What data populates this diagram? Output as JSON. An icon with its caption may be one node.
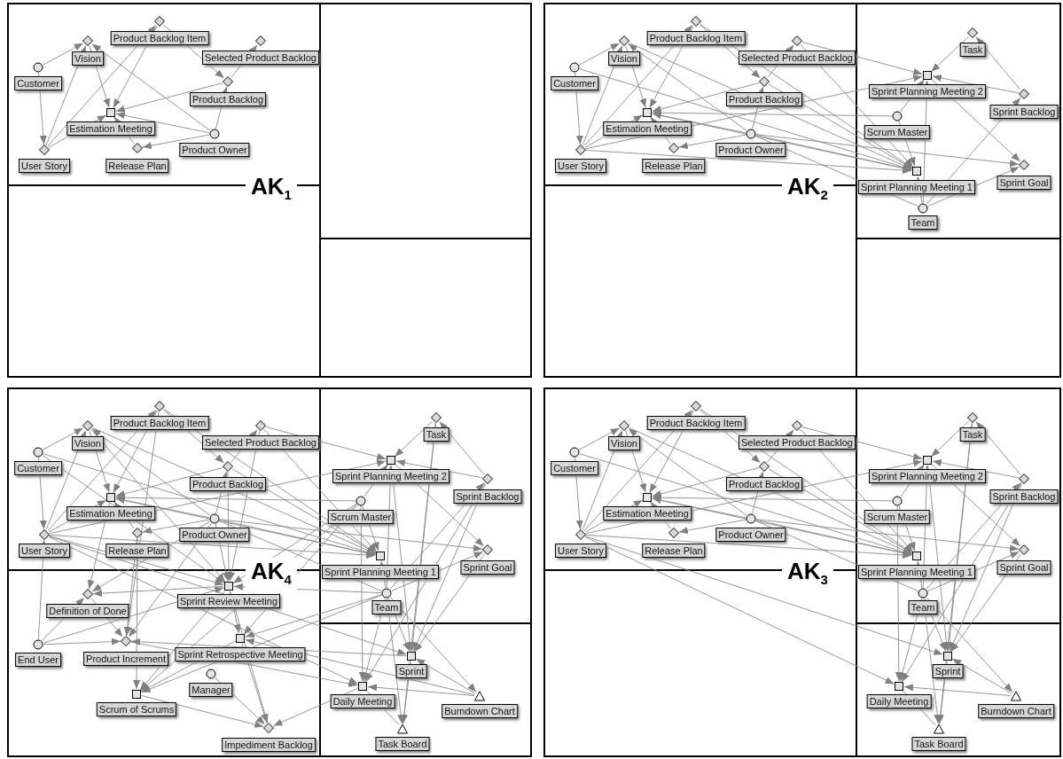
{
  "diagram": {
    "nodes": [
      {
        "text": [
          "AK$_{1}$"
        ]
      },
      {
        "text": [],
        "shape": "diamond",
        "beside": [
          "Product Backlog Item"
        ],
        "in": 0
      },
      {
        "text": [],
        "shape": "diamond",
        "beside": [
          "Vision"
        ],
        "in": 0
      },
      {
        "text": [],
        "shape": "diamond",
        "beside": [
          "Selected Product Backlog"
        ],
        "in": 0
      },
      {
        "text": [],
        "shape": "circle",
        "beside": [
          "Customer"
        ],
        "in": 0
      },
      {
        "text": [],
        "shape": "diamond",
        "beside": [
          "Product Backlog"
        ],
        "in": 0
      },
      {
        "text": [],
        "shape": "box",
        "beside": [
          "Estimation Meeting"
        ],
        "in": 0
      },
      {
        "text": [],
        "shape": "circle",
        "beside": [
          "Product Owner"
        ],
        "in": 0
      },
      {
        "text": [],
        "shape": "diamond",
        "beside": [
          "User Story"
        ],
        "in": 0
      },
      {
        "text": [],
        "shape": "diamond",
        "beside": [
          "Release Plan"
        ],
        "in": 0
      },
      {
        "text": [
          "AK$_{2}$"
        ]
      },
      {
        "text": [],
        "shape": "diamond",
        "beside": [
          "Product Backlog Item"
        ],
        "in": 10
      },
      {
        "text": [],
        "shape": "diamond",
        "beside": [
          "Vision"
        ],
        "in": 10
      },
      {
        "text": [],
        "shape": "diamond",
        "beside": [
          "Selected Product Backlog"
        ],
        "in": 10
      },
      {
        "text": [],
        "shape": "circle",
        "beside": [
          "Customer"
        ],
        "in": 10
      },
      {
        "text": [],
        "shape": "diamond",
        "beside": [
          "Product Backlog"
        ],
        "in": 10
      },
      {
        "text": [],
        "shape": "box",
        "beside": [
          "Estimation Meeting"
        ],
        "in": 10
      },
      {
        "text": [],
        "shape": "circle",
        "beside": [
          "Product Owner"
        ],
        "in": 10
      },
      {
        "text": [],
        "shape": "diamond",
        "beside": [
          "User Story"
        ],
        "in": 10
      },
      {
        "text": [],
        "shape": "diamond",
        "beside": [
          "Release Plan"
        ],
        "in": 10
      },
      {
        "text": [],
        "shape": "box",
        "beside": [
          "Sprint Planning Meeting 2"
        ],
        "in": 10
      },
      {
        "text": [],
        "shape": "diamond",
        "beside": [
          "Task"
        ],
        "in": 10
      },
      {
        "text": [],
        "shape": "diamond",
        "beside": [
          "Sprint Backlog"
        ],
        "in": 10
      },
      {
        "text": [],
        "shape": "circle",
        "beside": [
          "Scrum Master"
        ],
        "in": 10
      },
      {
        "text": [],
        "shape": "box",
        "beside": [
          "Sprint Planning Meeting 1"
        ],
        "in": 10
      },
      {
        "text": [],
        "shape": "diamond",
        "beside": [
          "Sprint Goal"
        ],
        "in": 10
      },
      {
        "text": [],
        "shape": "circle",
        "beside": [
          "Team"
        ],
        "in": 10
      },
      {
        "text": [
          "AK$_{4}$"
        ]
      },
      {
        "text": [],
        "shape": "diamond",
        "beside": [
          "Product Backlog Item"
        ],
        "in": 27
      },
      {
        "text": [],
        "shape": "diamond",
        "beside": [
          "Vision"
        ],
        "in": 27
      },
      {
        "text": [],
        "shape": "diamond",
        "beside": [
          "Selected Product Backlog"
        ],
        "in": 27
      },
      {
        "text": [],
        "shape": "circle",
        "beside": [
          "Customer"
        ],
        "in": 27
      },
      {
        "text": [],
        "shape": "diamond",
        "beside": [
          "Product Backlog"
        ],
        "in": 27
      },
      {
        "text": [],
        "shape": "box",
        "beside": [
          "Estimation Meeting"
        ],
        "in": 27
      },
      {
        "text": [],
        "shape": "circle",
        "beside": [
          "Product Owner"
        ],
        "in": 27
      },
      {
        "text": [],
        "shape": "diamond",
        "beside": [
          "User Story"
        ],
        "in": 27
      },
      {
        "text": [],
        "shape": "diamond",
        "beside": [
          "Release Plan"
        ],
        "in": 27
      },
      {
        "text": [],
        "shape": "diamond",
        "beside": [
          "Definition of Done"
        ],
        "in": 27
      },
      {
        "text": [],
        "shape": "box",
        "beside": [
          "Sprint Review Meeting"
        ],
        "in": 27
      },
      {
        "text": [],
        "shape": "circle",
        "beside": [
          "End User"
        ],
        "in": 27
      },
      {
        "text": [],
        "shape": "diamond",
        "beside": [
          "Product Increment"
        ],
        "in": 27
      },
      {
        "text": [],
        "shape": "box",
        "beside": [
          "Sprint Retrospective Meeting"
        ],
        "in": 27
      },
      {
        "text": [],
        "shape": "circle",
        "beside": [
          "Manager"
        ],
        "in": 27
      },
      {
        "text": [],
        "shape": "box",
        "beside": [
          "Scrum of Scrums"
        ],
        "in": 27
      },
      {
        "text": [],
        "shape": "diamond",
        "beside": [
          "Impediment Backlog"
        ],
        "in": 27
      },
      {
        "text": [],
        "shape": "box",
        "beside": [
          "Sprint Planning Meeting 2"
        ],
        "in": 27
      },
      {
        "text": [],
        "shape": "diamond",
        "beside": [
          "Task"
        ],
        "in": 27
      },
      {
        "text": [],
        "shape": "diamond",
        "beside": [
          "Sprint Backlog"
        ],
        "in": 27
      },
      {
        "text": [],
        "shape": "circle",
        "beside": [
          "Scrum Master"
        ],
        "in": 27
      },
      {
        "text": [],
        "shape": "box",
        "beside": [
          "Sprint Planning Meeting 1"
        ],
        "in": 27
      },
      {
        "text": [],
        "shape": "diamond",
        "beside": [
          "Sprint Goal"
        ],
        "in": 27
      },
      {
        "text": [],
        "shape": "circle",
        "beside": [
          "Team"
        ],
        "in": 27
      },
      {
        "text": [],
        "shape": "box",
        "beside": [
          "Sprint"
        ],
        "in": 27
      },
      {
        "text": [],
        "shape": "box",
        "beside": [
          "Daily Meeting"
        ],
        "in": 27
      },
      {
        "text": [],
        "shape": "triangle",
        "beside": [
          "Burndown Chart"
        ],
        "in": 27
      },
      {
        "text": [],
        "shape": "triangle",
        "beside": [
          "Task Board"
        ],
        "in": 27
      },
      {
        "text": [
          "AK$_{3}$"
        ]
      },
      {
        "text": [],
        "shape": "diamond",
        "beside": [
          "Product Backlog Item"
        ],
        "in": 56
      },
      {
        "text": [],
        "shape": "diamond",
        "beside": [
          "Vision"
        ],
        "in": 56
      },
      {
        "text": [],
        "shape": "diamond",
        "beside": [
          "Selected Product Backlog"
        ],
        "in": 56
      },
      {
        "text": [],
        "shape": "circle",
        "beside": [
          "Customer"
        ],
        "in": 56
      },
      {
        "text": [],
        "shape": "diamond",
        "beside": [
          "Product Backlog"
        ],
        "in": 56
      },
      {
        "text": [],
        "shape": "box",
        "beside": [
          "Estimation Meeting"
        ],
        "in": 56
      },
      {
        "text": [],
        "shape": "circle",
        "beside": [
          "Product Owner"
        ],
        "in": 56
      },
      {
        "text": [],
        "shape": "diamond",
        "beside": [
          "User Story"
        ],
        "in": 56
      },
      {
        "text": [],
        "shape": "diamond",
        "beside": [
          "Release Plan"
        ],
        "in": 56
      },
      {
        "text": [],
        "shape": "box",
        "beside": [
          "Sprint Planning Meeting 2"
        ],
        "in": 56
      },
      {
        "text": [],
        "shape": "diamond",
        "beside": [
          "Task"
        ],
        "in": 56
      },
      {
        "text": [],
        "shape": "diamond",
        "beside": [
          "Sprint Backlog"
        ],
        "in": 56
      },
      {
        "text": [],
        "shape": "circle",
        "beside": [
          "Scrum Master"
        ],
        "in": 56
      },
      {
        "text": [],
        "shape": "box",
        "beside": [
          "Sprint Planning Meeting 1"
        ],
        "in": 56
      },
      {
        "text": [],
        "shape": "diamond",
        "beside": [
          "Sprint Goal"
        ],
        "in": 56
      },
      {
        "text": [],
        "shape": "circle",
        "beside": [
          "Team"
        ],
        "in": 56
      },
      {
        "text": [],
        "shape": "box",
        "beside": [
          "Sprint"
        ],
        "in": 56
      },
      {
        "text": [],
        "shape": "box",
        "beside": [
          "Daily Meeting"
        ],
        "in": 56
      },
      {
        "text": [],
        "shape": "triangle",
        "beside": [
          "Burndown Chart"
        ],
        "in": 56
      },
      {
        "text": [],
        "shape": "triangle",
        "beside": [
          "Task Board"
        ],
        "in": 56
      }
    ],
    "edges": [
      {
        "from": 4,
        "to": 2,
        "arrow": "to"
      },
      {
        "from": 4,
        "to": 8,
        "arrow": "to"
      },
      {
        "from": 8,
        "to": 2,
        "arrow": "to"
      },
      {
        "from": 8,
        "to": 1,
        "arrow": "to"
      },
      {
        "from": 8,
        "to": 6,
        "arrow": "to"
      },
      {
        "from": 2,
        "to": 6,
        "arrow": "to"
      },
      {
        "from": 1,
        "to": 6,
        "arrow": "to"
      },
      {
        "from": 1,
        "to": 5,
        "arrow": "to"
      },
      {
        "from": 5,
        "to": 3,
        "arrow": "to"
      },
      {
        "from": 5,
        "to": 6,
        "arrow": "to"
      },
      {
        "from": 7,
        "to": 6,
        "arrow": "to"
      },
      {
        "from": 7,
        "to": 2,
        "arrow": "to"
      },
      {
        "from": 7,
        "to": 5,
        "arrow": "to"
      },
      {
        "from": 7,
        "to": 9,
        "arrow": "to"
      },
      {
        "from": 9,
        "to": 6,
        "arrow": "to"
      },
      {
        "from": 14,
        "to": 12,
        "arrow": "to"
      },
      {
        "from": 14,
        "to": 18,
        "arrow": "to"
      },
      {
        "from": 18,
        "to": 12,
        "arrow": "to"
      },
      {
        "from": 18,
        "to": 11,
        "arrow": "to"
      },
      {
        "from": 18,
        "to": 16,
        "arrow": "to"
      },
      {
        "from": 12,
        "to": 16,
        "arrow": "to"
      },
      {
        "from": 11,
        "to": 16,
        "arrow": "to"
      },
      {
        "from": 11,
        "to": 15,
        "arrow": "to"
      },
      {
        "from": 15,
        "to": 13,
        "arrow": "to"
      },
      {
        "from": 15,
        "to": 16,
        "arrow": "to"
      },
      {
        "from": 17,
        "to": 16,
        "arrow": "to"
      },
      {
        "from": 17,
        "to": 12,
        "arrow": "to"
      },
      {
        "from": 17,
        "to": 15,
        "arrow": "to"
      },
      {
        "from": 17,
        "to": 19,
        "arrow": "to"
      },
      {
        "from": 19,
        "to": 16,
        "arrow": "to"
      },
      {
        "from": 14,
        "to": 24,
        "arrow": "to"
      },
      {
        "from": 12,
        "to": 24,
        "arrow": "to"
      },
      {
        "from": 11,
        "to": 24,
        "arrow": "to"
      },
      {
        "from": 13,
        "to": 20,
        "arrow": "to"
      },
      {
        "from": 13,
        "to": 24,
        "arrow": "to"
      },
      {
        "from": 15,
        "to": 24,
        "arrow": "to"
      },
      {
        "from": 18,
        "to": 24,
        "arrow": "to"
      },
      {
        "from": 18,
        "to": 20,
        "arrow": "to"
      },
      {
        "from": 23,
        "to": 16,
        "arrow": "to"
      },
      {
        "from": 23,
        "to": 20,
        "arrow": "to"
      },
      {
        "from": 23,
        "to": 24,
        "arrow": "to"
      },
      {
        "from": 17,
        "to": 25,
        "arrow": "to"
      },
      {
        "from": 17,
        "to": 24,
        "arrow": "to"
      },
      {
        "from": 16,
        "to": 24,
        "arrow": "to"
      },
      {
        "from": 17,
        "to": 26,
        "arrow": "none"
      },
      {
        "from": 21,
        "to": 20,
        "arrow": "to"
      },
      {
        "from": 22,
        "to": 21,
        "arrow": "to"
      },
      {
        "from": 22,
        "to": 20,
        "arrow": "to"
      },
      {
        "from": 20,
        "to": 25,
        "arrow": "to"
      },
      {
        "from": 26,
        "to": 24,
        "arrow": "to"
      },
      {
        "from": 26,
        "to": 20,
        "arrow": "to"
      },
      {
        "from": 26,
        "to": 22,
        "arrow": "to"
      },
      {
        "from": 26,
        "to": 25,
        "arrow": "to"
      },
      {
        "from": 31,
        "to": 29,
        "arrow": "to"
      },
      {
        "from": 31,
        "to": 35,
        "arrow": "to"
      },
      {
        "from": 35,
        "to": 29,
        "arrow": "to"
      },
      {
        "from": 35,
        "to": 28,
        "arrow": "to"
      },
      {
        "from": 35,
        "to": 33,
        "arrow": "to"
      },
      {
        "from": 29,
        "to": 33,
        "arrow": "to"
      },
      {
        "from": 28,
        "to": 33,
        "arrow": "to"
      },
      {
        "from": 28,
        "to": 32,
        "arrow": "to"
      },
      {
        "from": 32,
        "to": 30,
        "arrow": "to"
      },
      {
        "from": 32,
        "to": 33,
        "arrow": "to"
      },
      {
        "from": 34,
        "to": 33,
        "arrow": "to"
      },
      {
        "from": 34,
        "to": 29,
        "arrow": "to"
      },
      {
        "from": 34,
        "to": 32,
        "arrow": "to"
      },
      {
        "from": 34,
        "to": 36,
        "arrow": "to"
      },
      {
        "from": 36,
        "to": 33,
        "arrow": "to"
      },
      {
        "from": 31,
        "to": 49,
        "arrow": "to"
      },
      {
        "from": 29,
        "to": 49,
        "arrow": "to"
      },
      {
        "from": 28,
        "to": 49,
        "arrow": "to"
      },
      {
        "from": 30,
        "to": 45,
        "arrow": "to"
      },
      {
        "from": 30,
        "to": 49,
        "arrow": "to"
      },
      {
        "from": 32,
        "to": 49,
        "arrow": "to"
      },
      {
        "from": 35,
        "to": 49,
        "arrow": "to"
      },
      {
        "from": 35,
        "to": 45,
        "arrow": "to"
      },
      {
        "from": 48,
        "to": 33,
        "arrow": "to"
      },
      {
        "from": 48,
        "to": 45,
        "arrow": "to"
      },
      {
        "from": 48,
        "to": 49,
        "arrow": "to"
      },
      {
        "from": 34,
        "to": 50,
        "arrow": "to"
      },
      {
        "from": 34,
        "to": 49,
        "arrow": "to"
      },
      {
        "from": 33,
        "to": 49,
        "arrow": "to"
      },
      {
        "from": 34,
        "to": 51,
        "arrow": "none"
      },
      {
        "from": 46,
        "to": 45,
        "arrow": "to"
      },
      {
        "from": 47,
        "to": 46,
        "arrow": "to"
      },
      {
        "from": 47,
        "to": 45,
        "arrow": "to"
      },
      {
        "from": 45,
        "to": 50,
        "arrow": "to"
      },
      {
        "from": 51,
        "to": 49,
        "arrow": "to"
      },
      {
        "from": 51,
        "to": 45,
        "arrow": "to"
      },
      {
        "from": 51,
        "to": 47,
        "arrow": "to"
      },
      {
        "from": 51,
        "to": 50,
        "arrow": "to"
      },
      {
        "from": 35,
        "to": 52,
        "arrow": "to"
      },
      {
        "from": 35,
        "to": 53,
        "arrow": "to"
      },
      {
        "from": 48,
        "to": 53,
        "arrow": "to"
      },
      {
        "from": 51,
        "to": 53,
        "arrow": "to"
      },
      {
        "from": 51,
        "to": 52,
        "arrow": "to"
      },
      {
        "from": 51,
        "to": 55,
        "arrow": "to"
      },
      {
        "from": 51,
        "to": 54,
        "arrow": "to"
      },
      {
        "from": 45,
        "to": 52,
        "arrow": "to"
      },
      {
        "from": 46,
        "to": 52,
        "arrow": "to"
      },
      {
        "from": 46,
        "to": 55,
        "arrow": "to"
      },
      {
        "from": 47,
        "to": 52,
        "arrow": "to"
      },
      {
        "from": 47,
        "to": 53,
        "arrow": "to"
      },
      {
        "from": 50,
        "to": 52,
        "arrow": "to"
      },
      {
        "from": 54,
        "to": 52,
        "arrow": "to"
      },
      {
        "from": 54,
        "to": 53,
        "arrow": "to"
      },
      {
        "from": 52,
        "to": 55,
        "arrow": "to"
      },
      {
        "from": 53,
        "to": 55,
        "arrow": "none"
      },
      {
        "from": 33,
        "to": 37,
        "arrow": "to"
      },
      {
        "from": 39,
        "to": 35,
        "arrow": "to"
      },
      {
        "from": 39,
        "to": 37,
        "arrow": "to"
      },
      {
        "from": 39,
        "to": 40,
        "arrow": "to"
      },
      {
        "from": 39,
        "to": 38,
        "arrow": "to"
      },
      {
        "from": 36,
        "to": 40,
        "arrow": "to"
      },
      {
        "from": 36,
        "to": 43,
        "arrow": "to"
      },
      {
        "from": 37,
        "to": 40,
        "arrow": "to"
      },
      {
        "from": 34,
        "to": 38,
        "arrow": "to"
      },
      {
        "from": 34,
        "to": 40,
        "arrow": "to"
      },
      {
        "from": 34,
        "to": 37,
        "arrow": "to"
      },
      {
        "from": 35,
        "to": 38,
        "arrow": "to"
      },
      {
        "from": 31,
        "to": 38,
        "arrow": "to"
      },
      {
        "from": 29,
        "to": 38,
        "arrow": "to"
      },
      {
        "from": 32,
        "to": 38,
        "arrow": "to"
      },
      {
        "from": 38,
        "to": 37,
        "arrow": "to"
      },
      {
        "from": 38,
        "to": 41,
        "arrow": "to"
      },
      {
        "from": 38,
        "to": 43,
        "arrow": "to"
      },
      {
        "from": 38,
        "to": 44,
        "arrow": "to"
      },
      {
        "from": 41,
        "to": 43,
        "arrow": "to"
      },
      {
        "from": 41,
        "to": 44,
        "arrow": "to"
      },
      {
        "from": 42,
        "to": 44,
        "arrow": "to"
      },
      {
        "from": 43,
        "to": 44,
        "arrow": "to"
      },
      {
        "from": 51,
        "to": 38,
        "arrow": "to"
      },
      {
        "from": 51,
        "to": 41,
        "arrow": "to"
      },
      {
        "from": 51,
        "to": 43,
        "arrow": "to"
      },
      {
        "from": 48,
        "to": 38,
        "arrow": "to"
      },
      {
        "from": 48,
        "to": 41,
        "arrow": "to"
      },
      {
        "from": 53,
        "to": 44,
        "arrow": "to"
      },
      {
        "from": 40,
        "to": 53,
        "arrow": "to"
      },
      {
        "from": 52,
        "to": 40,
        "arrow": "to"
      },
      {
        "from": 54,
        "to": 41,
        "arrow": "to"
      },
      {
        "from": 28,
        "to": 40,
        "arrow": "to"
      },
      {
        "from": 30,
        "to": 38,
        "arrow": "to"
      },
      {
        "from": 48,
        "to": 43,
        "arrow": "to"
      },
      {
        "from": 60,
        "to": 58,
        "arrow": "to"
      },
      {
        "from": 60,
        "to": 64,
        "arrow": "to"
      },
      {
        "from": 64,
        "to": 58,
        "arrow": "to"
      },
      {
        "from": 64,
        "to": 57,
        "arrow": "to"
      },
      {
        "from": 64,
        "to": 62,
        "arrow": "to"
      },
      {
        "from": 58,
        "to": 62,
        "arrow": "to"
      },
      {
        "from": 57,
        "to": 62,
        "arrow": "to"
      },
      {
        "from": 57,
        "to": 61,
        "arrow": "to"
      },
      {
        "from": 61,
        "to": 59,
        "arrow": "to"
      },
      {
        "from": 61,
        "to": 62,
        "arrow": "to"
      },
      {
        "from": 63,
        "to": 62,
        "arrow": "to"
      },
      {
        "from": 63,
        "to": 58,
        "arrow": "to"
      },
      {
        "from": 63,
        "to": 61,
        "arrow": "to"
      },
      {
        "from": 63,
        "to": 65,
        "arrow": "to"
      },
      {
        "from": 65,
        "to": 62,
        "arrow": "to"
      },
      {
        "from": 60,
        "to": 70,
        "arrow": "to"
      },
      {
        "from": 58,
        "to": 70,
        "arrow": "to"
      },
      {
        "from": 57,
        "to": 70,
        "arrow": "to"
      },
      {
        "from": 59,
        "to": 66,
        "arrow": "to"
      },
      {
        "from": 59,
        "to": 70,
        "arrow": "to"
      },
      {
        "from": 61,
        "to": 70,
        "arrow": "to"
      },
      {
        "from": 64,
        "to": 70,
        "arrow": "to"
      },
      {
        "from": 64,
        "to": 66,
        "arrow": "to"
      },
      {
        "from": 69,
        "to": 62,
        "arrow": "to"
      },
      {
        "from": 69,
        "to": 66,
        "arrow": "to"
      },
      {
        "from": 69,
        "to": 70,
        "arrow": "to"
      },
      {
        "from": 63,
        "to": 71,
        "arrow": "to"
      },
      {
        "from": 63,
        "to": 70,
        "arrow": "to"
      },
      {
        "from": 62,
        "to": 70,
        "arrow": "to"
      },
      {
        "from": 63,
        "to": 72,
        "arrow": "none"
      },
      {
        "from": 67,
        "to": 66,
        "arrow": "to"
      },
      {
        "from": 68,
        "to": 67,
        "arrow": "to"
      },
      {
        "from": 68,
        "to": 66,
        "arrow": "to"
      },
      {
        "from": 66,
        "to": 71,
        "arrow": "to"
      },
      {
        "from": 72,
        "to": 70,
        "arrow": "to"
      },
      {
        "from": 72,
        "to": 66,
        "arrow": "to"
      },
      {
        "from": 72,
        "to": 68,
        "arrow": "to"
      },
      {
        "from": 72,
        "to": 71,
        "arrow": "to"
      },
      {
        "from": 64,
        "to": 73,
        "arrow": "to"
      },
      {
        "from": 64,
        "to": 74,
        "arrow": "to"
      },
      {
        "from": 69,
        "to": 74,
        "arrow": "to"
      },
      {
        "from": 72,
        "to": 74,
        "arrow": "to"
      },
      {
        "from": 72,
        "to": 73,
        "arrow": "to"
      },
      {
        "from": 72,
        "to": 76,
        "arrow": "to"
      },
      {
        "from": 72,
        "to": 75,
        "arrow": "to"
      },
      {
        "from": 66,
        "to": 73,
        "arrow": "to"
      },
      {
        "from": 67,
        "to": 73,
        "arrow": "to"
      },
      {
        "from": 67,
        "to": 76,
        "arrow": "to"
      },
      {
        "from": 68,
        "to": 73,
        "arrow": "to"
      },
      {
        "from": 68,
        "to": 74,
        "arrow": "to"
      },
      {
        "from": 71,
        "to": 73,
        "arrow": "to"
      },
      {
        "from": 75,
        "to": 73,
        "arrow": "to"
      },
      {
        "from": 75,
        "to": 74,
        "arrow": "to"
      },
      {
        "from": 73,
        "to": 76,
        "arrow": "to"
      },
      {
        "from": 74,
        "to": 76,
        "arrow": "none"
      }
    ]
  }
}
